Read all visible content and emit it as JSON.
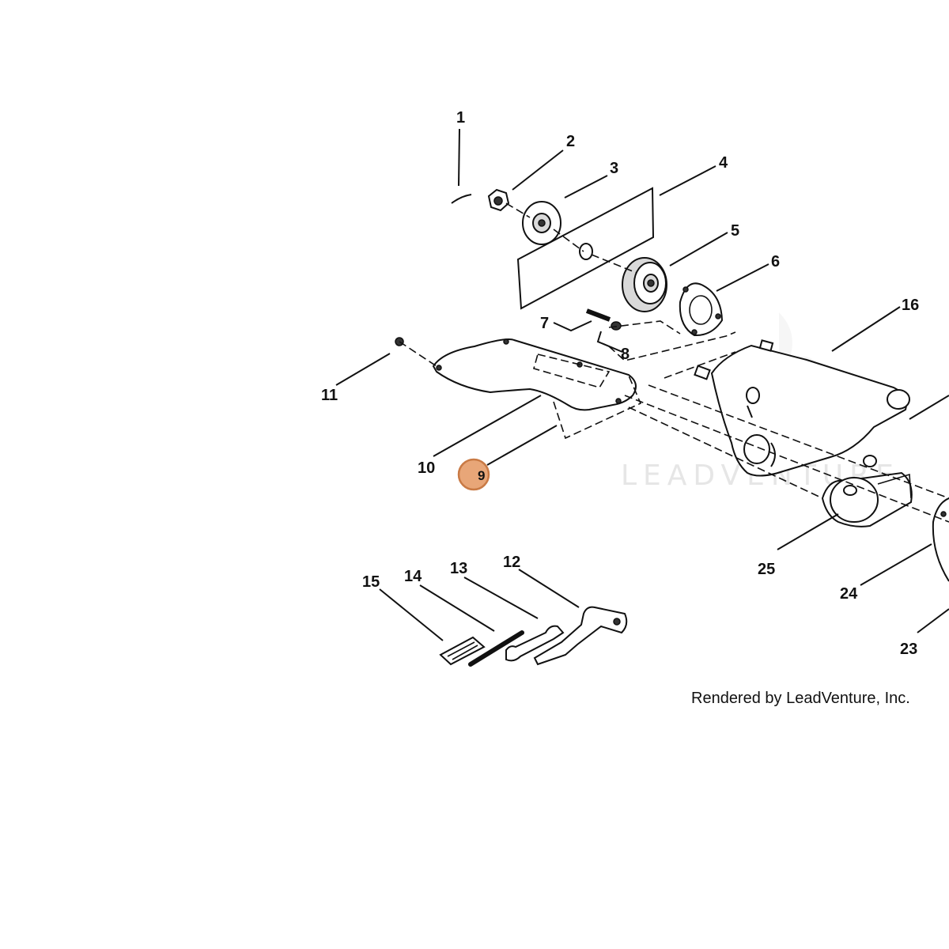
{
  "diagram": {
    "callouts": [
      "1",
      "2",
      "3",
      "4",
      "5",
      "6",
      "7",
      "8",
      "9",
      "10",
      "11",
      "12",
      "13",
      "14",
      "15",
      "16",
      "23",
      "24",
      "25"
    ],
    "highlighted_callout": "9",
    "highlight_color": "#e8a678",
    "highlight_border": "#c97a45",
    "credit": "Rendered by LeadVenture, Inc.",
    "watermark": "LEADVENTURE"
  }
}
